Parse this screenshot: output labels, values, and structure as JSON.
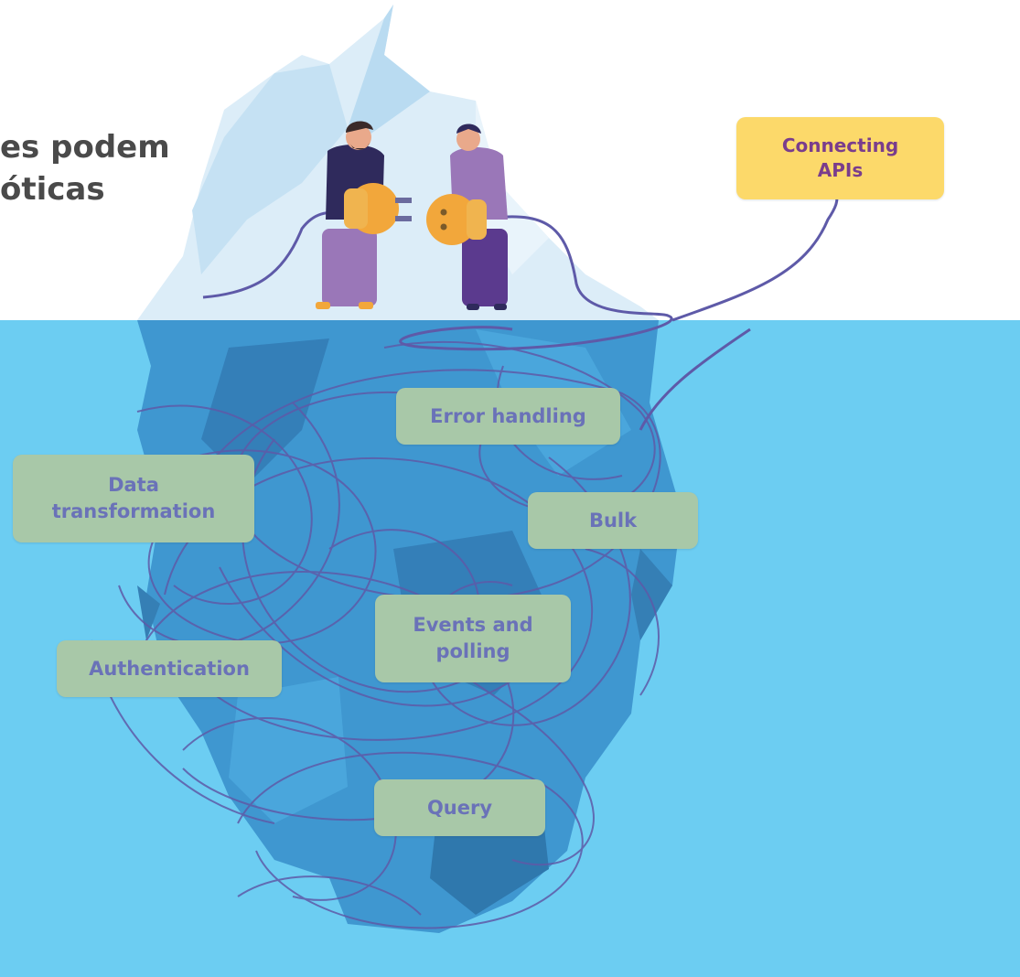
{
  "headline": {
    "line1": "es podem",
    "line2": "óticas"
  },
  "labels": {
    "connecting_apis": "Connecting\nAPIs",
    "error_handling": "Error handling",
    "data_transformation": "Data\ntransformation",
    "bulk": "Bulk",
    "events_polling": "Events and\npolling",
    "authentication": "Authentication",
    "query": "Query"
  },
  "colors": {
    "sky": "#ffffff",
    "water": "#6ccdf2",
    "ice_light": "#dcedf8",
    "ice_underwater": "#3f97d0",
    "cable": "#5e5aa8",
    "plug": "#f2a73b",
    "label_green": "#a8c8a8",
    "label_yellow": "#fcd96a",
    "label_text": "#6a72b8",
    "headline_text": "#4a4a4a"
  }
}
